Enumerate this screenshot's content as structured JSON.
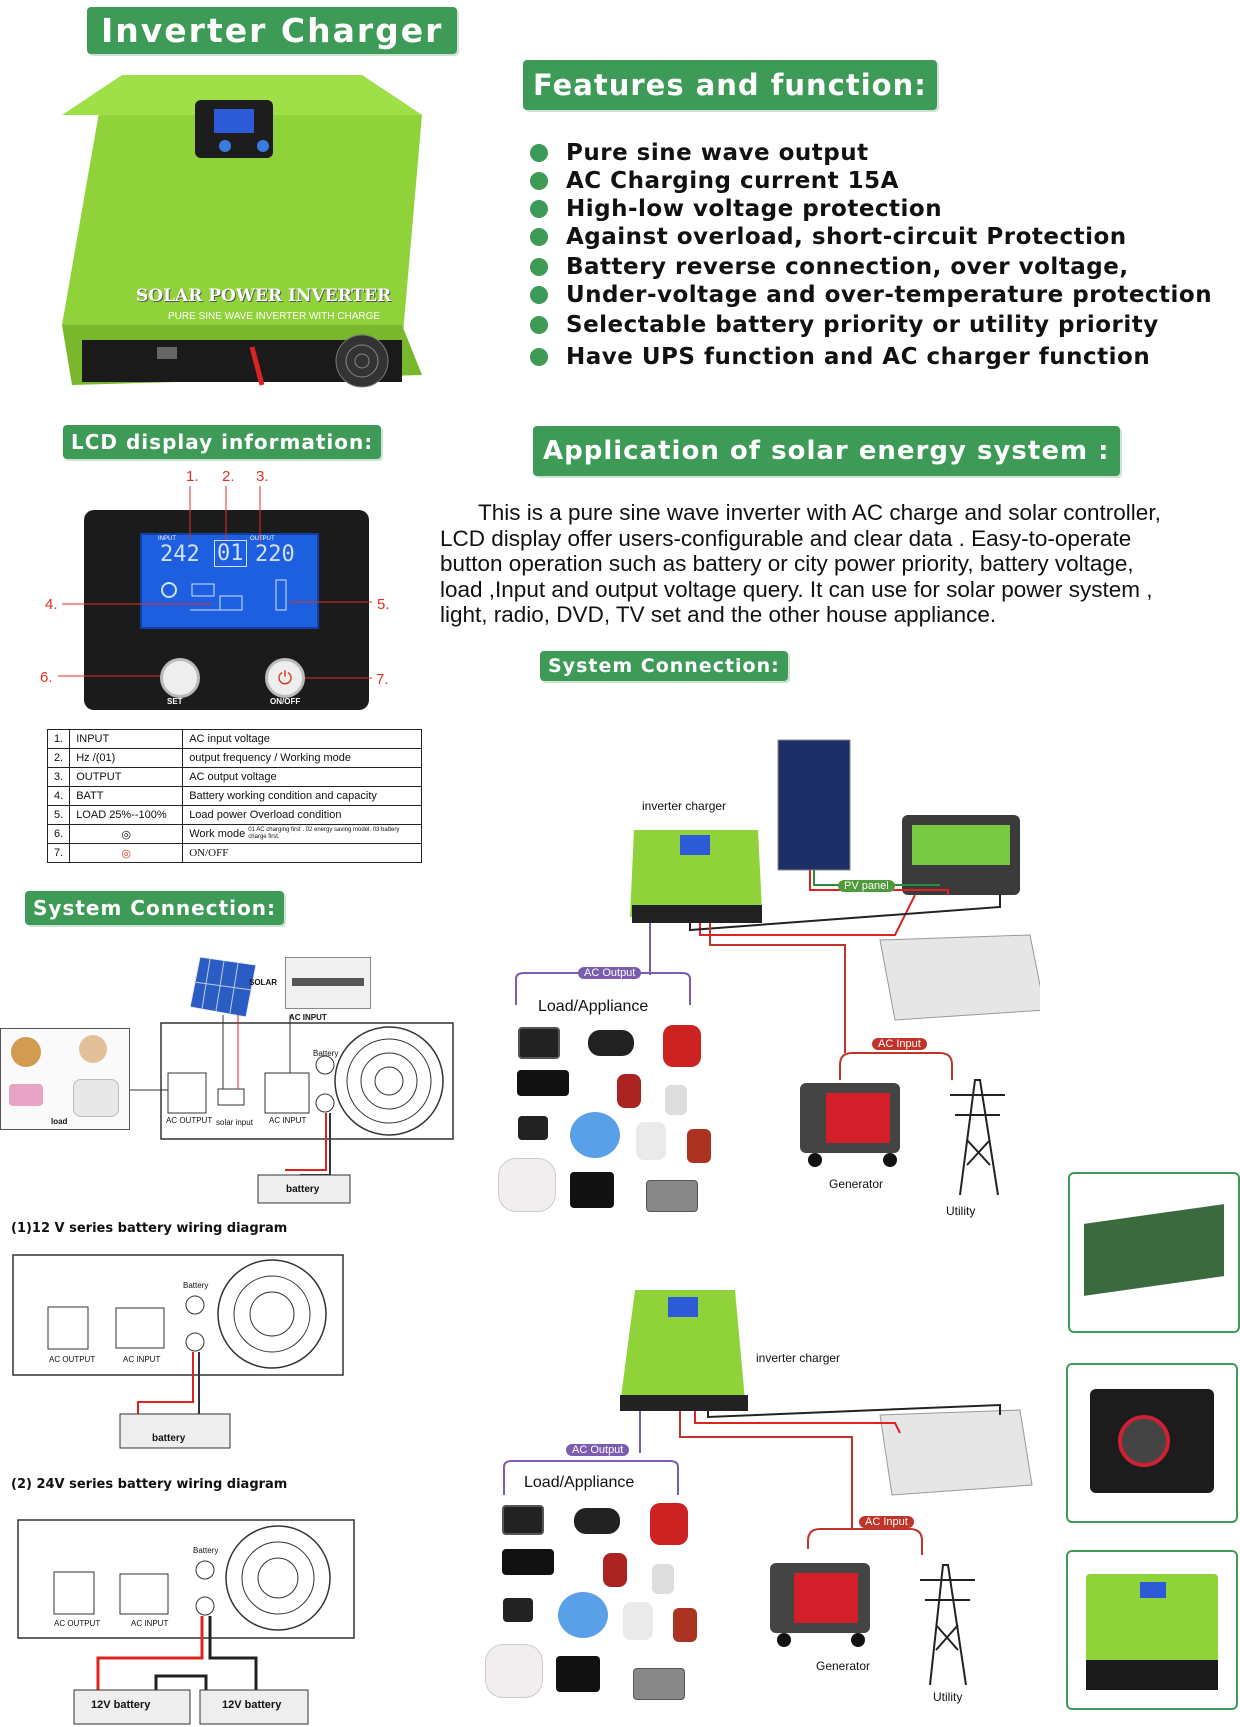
{
  "header": {
    "title": "Inverter Charger"
  },
  "product": {
    "brand_text": "SOLAR POWER INVERTER",
    "subtitle": "PURE SINE WAVE INVERTER WITH CHARGE"
  },
  "features": {
    "title": "Features and function:",
    "items": [
      "Pure sine wave output",
      "AC Charging current 15A",
      "High-low voltage protection",
      "Against overload, short-circuit Protection",
      "Battery reverse connection, over voltage,",
      "Under-voltage and over-temperature protection",
      "Selectable battery priority or utility priority",
      "Have UPS function and AC charger function"
    ]
  },
  "lcd": {
    "title": "LCD display information:",
    "callouts": [
      "1.",
      "2.",
      "3.",
      "4.",
      "5.",
      "6.",
      "7."
    ],
    "readout_input": "242",
    "readout_mode": "01",
    "readout_output": "220",
    "label_input": "INPUT",
    "label_output": "OUTPUT",
    "set_label": "SET",
    "onoff_label": "ON/OFF"
  },
  "info_table": {
    "rows": [
      {
        "num": "1.",
        "name": "INPUT",
        "desc": "AC input voltage",
        "note": ""
      },
      {
        "num": "2.",
        "name": "Hz /(01)",
        "desc": "output frequency / Working mode",
        "note": ""
      },
      {
        "num": "3.",
        "name": "OUTPUT",
        "desc": "AC output voltage",
        "note": ""
      },
      {
        "num": "4.",
        "name": "BATT",
        "desc": "Battery working condition and capacity",
        "note": ""
      },
      {
        "num": "5.",
        "name": "LOAD  25%--100%",
        "desc": "Load power    Overload condition",
        "note": ""
      },
      {
        "num": "6.",
        "name": "◎",
        "desc": "Work mode",
        "note": "01 AC charging first . 02 energy  saving model. 03 battery charge first."
      },
      {
        "num": "7.",
        "name": "◎",
        "desc": "ON/OFF",
        "note": ""
      }
    ]
  },
  "application": {
    "title": "Application of solar energy system :",
    "lines": [
      "This is a pure sine wave inverter with AC charge and solar controller,",
      "LCD display offer users-configurable and clear data . Easy-to-operate",
      "button operation  such as  battery or city power priority, battery voltage,",
      "load ,Input and output voltage query. It can use for solar power system ,",
      "light, radio, DVD, TV set  and the other house appliance."
    ]
  },
  "system_connection": {
    "title": "System Connection:",
    "title_left": "System Connection:",
    "solar_label": "SOLAR",
    "ac_input_label": "AC INPUT",
    "battery_label": "Battery",
    "ac_output_label": "AC OUTPUT",
    "solar_input_label": "solar input",
    "load_label": "load",
    "battery_box": "battery",
    "wiring_12v": "(1)12 V series battery wiring diagram",
    "wiring_24v": "(2) 24V series battery wiring diagram",
    "battery_12v": "12V battery"
  },
  "diagram": {
    "inverter_label": "inverter charger",
    "pv_label": "PV panel",
    "ac_output": "AC Output",
    "ac_input": "AC Input",
    "load_appliance": "Load/Appliance",
    "generator": "Generator",
    "utility": "Utility"
  },
  "colors": {
    "accent": "#3e9a57",
    "device": "#8fd23a",
    "lcd_blue": "#1e5fe0",
    "callout": "#e03020",
    "pill": "#7b5cb0"
  }
}
